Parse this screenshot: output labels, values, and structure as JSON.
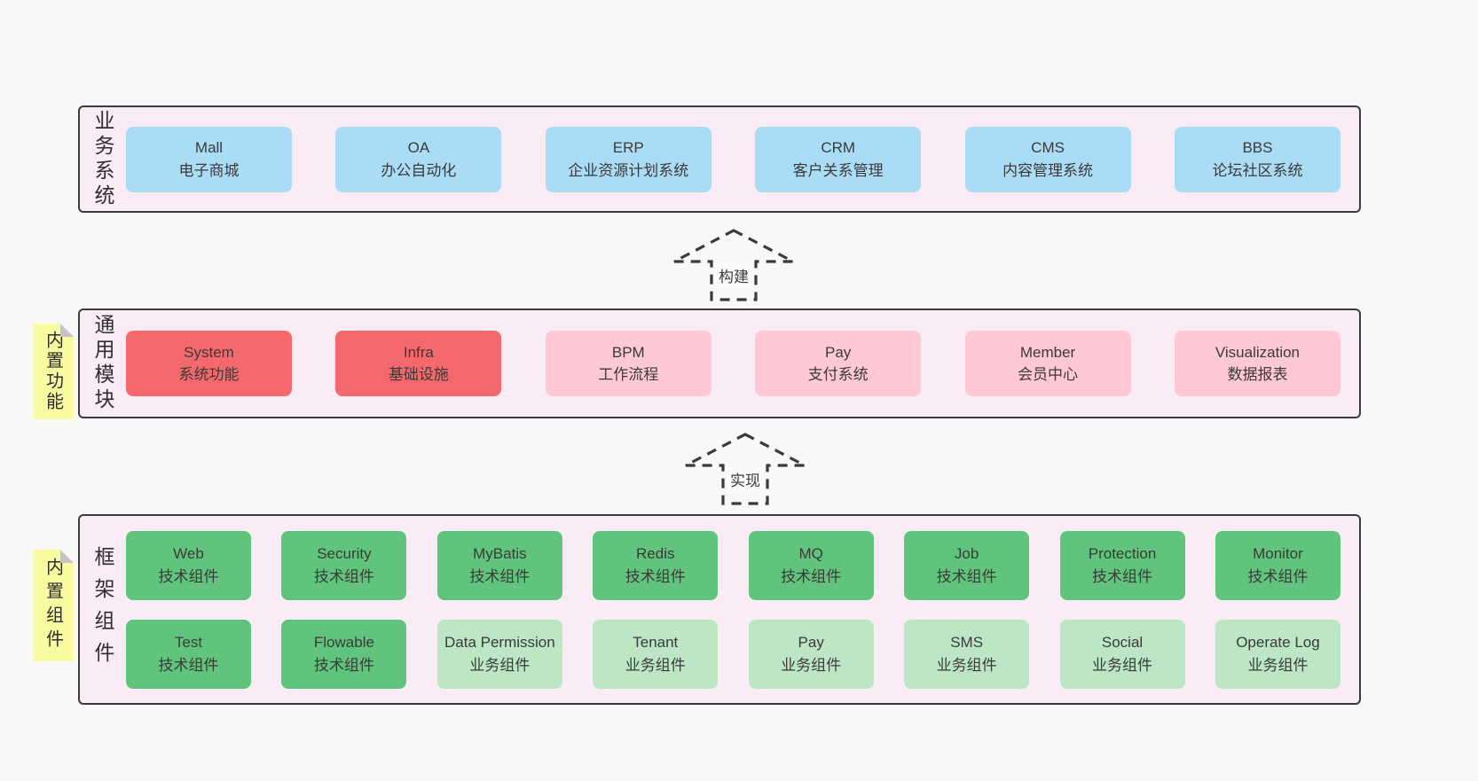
{
  "colors": {
    "blue": "#abdcf6",
    "red": "#f5696d",
    "pink": "#fec9d4",
    "green": "#61c47c",
    "green_light": "#bce6c4",
    "yellow": "#fafaa1",
    "container_bg": "#f9ecf5",
    "border": "#3c3c3c"
  },
  "layers": [
    {
      "id": "business-systems",
      "label": "业务系统",
      "note": null,
      "rows": [
        [
          {
            "en": "Mall",
            "zh": "电子商城",
            "color": "blue"
          },
          {
            "en": "OA",
            "zh": "办公自动化",
            "color": "blue"
          },
          {
            "en": "ERP",
            "zh": "企业资源计划系统",
            "color": "blue"
          },
          {
            "en": "CRM",
            "zh": "客户关系管理",
            "color": "blue"
          },
          {
            "en": "CMS",
            "zh": "内容管理系统",
            "color": "blue"
          },
          {
            "en": "BBS",
            "zh": "论坛社区系统",
            "color": "blue"
          }
        ]
      ]
    },
    {
      "id": "common-modules",
      "label": "通用模块",
      "note": "内置功能",
      "rows": [
        [
          {
            "en": "System",
            "zh": "系统功能",
            "color": "red"
          },
          {
            "en": "Infra",
            "zh": "基础设施",
            "color": "red"
          },
          {
            "en": "BPM",
            "zh": "工作流程",
            "color": "pink"
          },
          {
            "en": "Pay",
            "zh": "支付系统",
            "color": "pink"
          },
          {
            "en": "Member",
            "zh": "会员中心",
            "color": "pink"
          },
          {
            "en": "Visualization",
            "zh": "数据报表",
            "color": "pink"
          }
        ]
      ]
    },
    {
      "id": "framework-components",
      "label": "框架组件",
      "note": "内置组件",
      "rows": [
        [
          {
            "en": "Web",
            "zh": "技术组件",
            "color": "green"
          },
          {
            "en": "Security",
            "zh": "技术组件",
            "color": "green"
          },
          {
            "en": "MyBatis",
            "zh": "技术组件",
            "color": "green"
          },
          {
            "en": "Redis",
            "zh": "技术组件",
            "color": "green"
          },
          {
            "en": "MQ",
            "zh": "技术组件",
            "color": "green"
          },
          {
            "en": "Job",
            "zh": "技术组件",
            "color": "green"
          },
          {
            "en": "Protection",
            "zh": "技术组件",
            "color": "green"
          },
          {
            "en": "Monitor",
            "zh": "技术组件",
            "color": "green"
          }
        ],
        [
          {
            "en": "Test",
            "zh": "技术组件",
            "color": "green"
          },
          {
            "en": "Flowable",
            "zh": "技术组件",
            "color": "green"
          },
          {
            "en": "Data Permission",
            "zh": "业务组件",
            "color": "green_light"
          },
          {
            "en": "Tenant",
            "zh": "业务组件",
            "color": "green_light"
          },
          {
            "en": "Pay",
            "zh": "业务组件",
            "color": "green_light"
          },
          {
            "en": "SMS",
            "zh": "业务组件",
            "color": "green_light"
          },
          {
            "en": "Social",
            "zh": "业务组件",
            "color": "green_light"
          },
          {
            "en": "Operate Log",
            "zh": "业务组件",
            "color": "green_light"
          }
        ]
      ]
    }
  ],
  "arrows": [
    {
      "label": "构建"
    },
    {
      "label": "实现"
    }
  ]
}
